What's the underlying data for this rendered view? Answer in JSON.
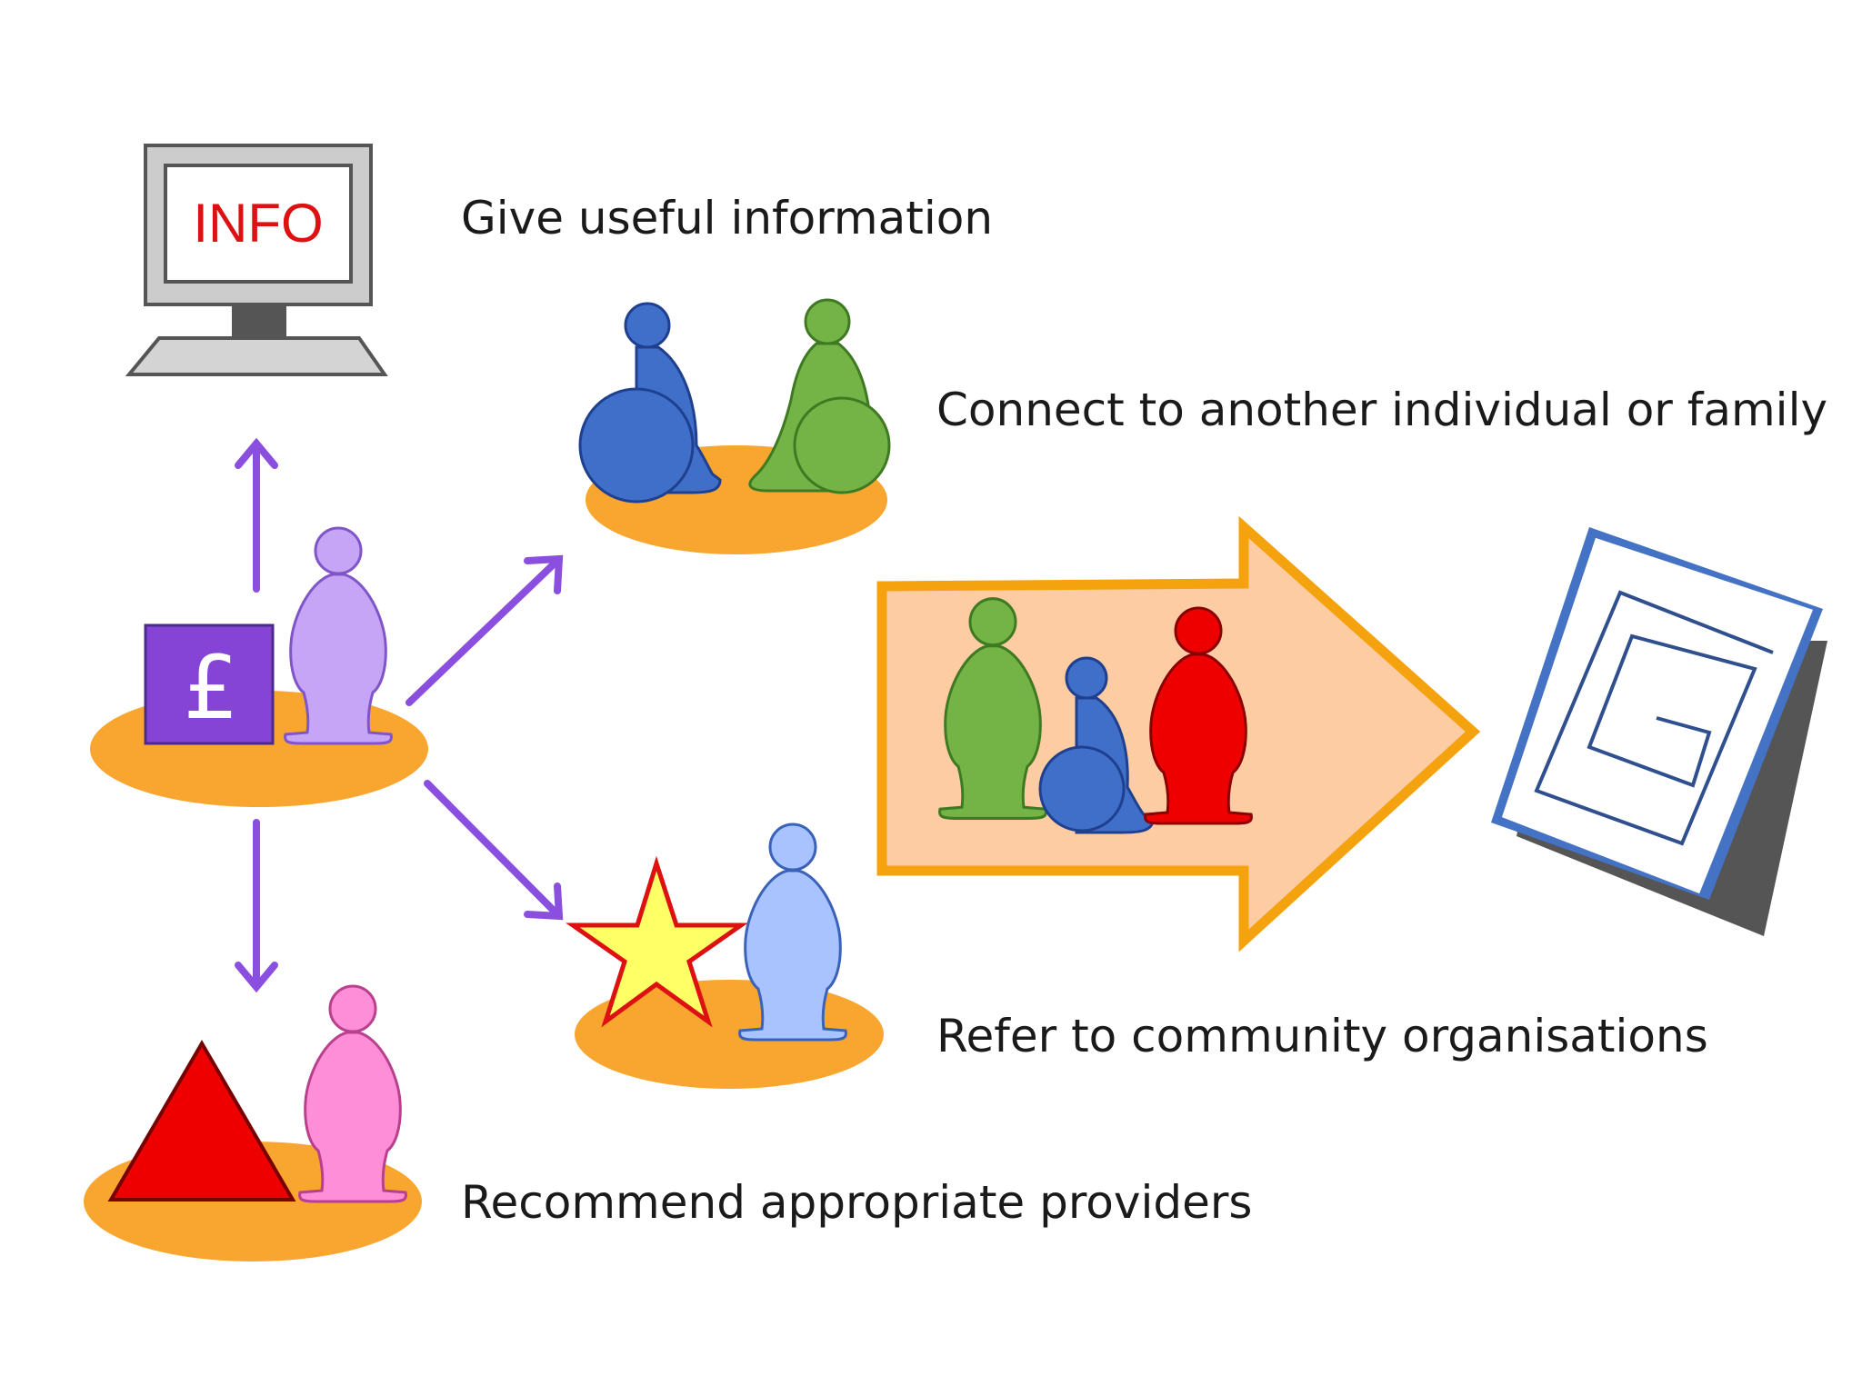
{
  "labels": {
    "give_info": "Give useful information",
    "connect": "Connect to another individual or family",
    "refer": "Refer to community organisations",
    "recommend": "Recommend appropriate providers"
  },
  "icons": {
    "computer_screen_text": "INFO",
    "money_symbol": "£"
  },
  "colors": {
    "platform": "#f9a630",
    "arrow_purple": "#8b4fe0",
    "money_box": "#8544d6",
    "person_lavender": "#c6a5f7",
    "person_blue": "#3f6fc9",
    "person_green": "#74b447",
    "person_red": "#ee0000",
    "person_pink": "#ff8ed8",
    "person_light_blue": "#a8c3ff",
    "star_yellow": "#ffff66",
    "triangle_red": "#ee0000",
    "big_arrow_fill": "#fdcca3",
    "big_arrow_stroke": "#f5a20f",
    "info_red": "#dd1111"
  }
}
